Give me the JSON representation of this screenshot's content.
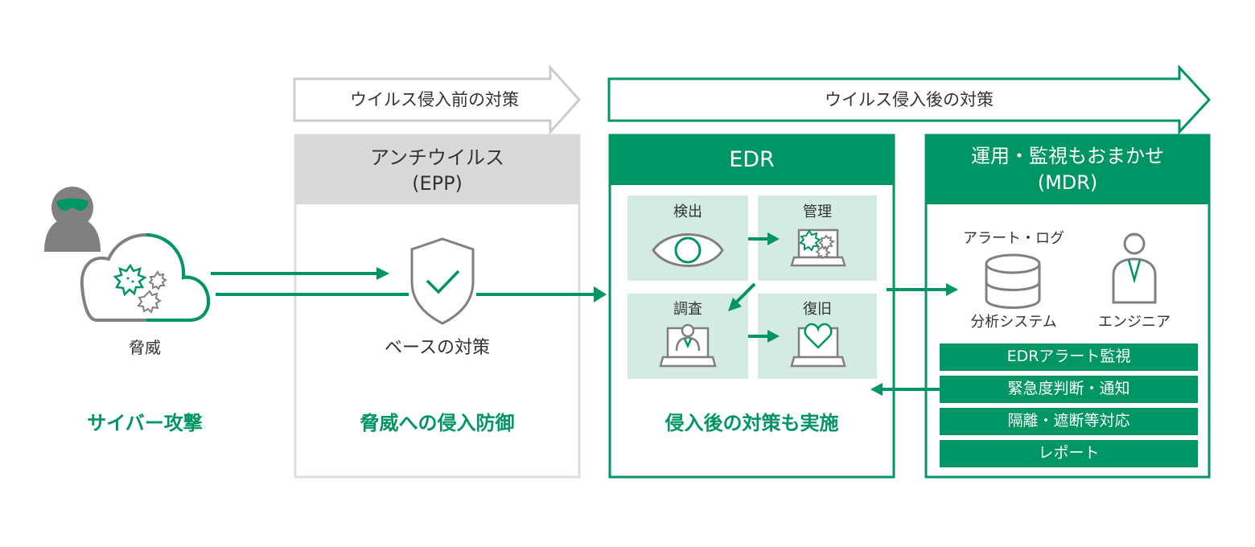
{
  "colors": {
    "green": "#009565",
    "green_light": "#d3ebe2",
    "gray_header": "#d9d9d9",
    "gray_border": "#cccccc",
    "gray_icon": "#808080",
    "text": "#333333"
  },
  "threat": {
    "label": "脅威",
    "caption": "サイバー攻撃",
    "icons": [
      "hacker-icon",
      "cloud-icon",
      "virus-icon"
    ]
  },
  "before": {
    "arrow_label": "ウイルス侵入前の対策",
    "header_line1": "アンチウイルス",
    "header_line2": "(EPP)",
    "item_label": "ベースの対策",
    "caption": "脅威への侵入防御",
    "icons": [
      "shield-check-icon"
    ]
  },
  "after": {
    "arrow_label": "ウイルス侵入後の対策"
  },
  "edr": {
    "header": "EDR",
    "steps": [
      {
        "label": "検出",
        "icon": "eye-icon"
      },
      {
        "label": "管理",
        "icon": "laptop-virus-icon"
      },
      {
        "label": "調査",
        "icon": "laptop-person-icon"
      },
      {
        "label": "復旧",
        "icon": "laptop-heart-icon"
      }
    ],
    "caption": "侵入後の対策も実施"
  },
  "mdr": {
    "header_line1": "運用・監視もおまかせ",
    "header_line2": "(MDR)",
    "system_top": "アラート・ログ",
    "system_bottom": "分析システム",
    "engineer": "エンジニア",
    "services": [
      "EDRアラート監視",
      "緊急度判断・通知",
      "隔離・遮断等対応",
      "レポート"
    ],
    "icons": [
      "database-icon",
      "engineer-icon"
    ]
  }
}
